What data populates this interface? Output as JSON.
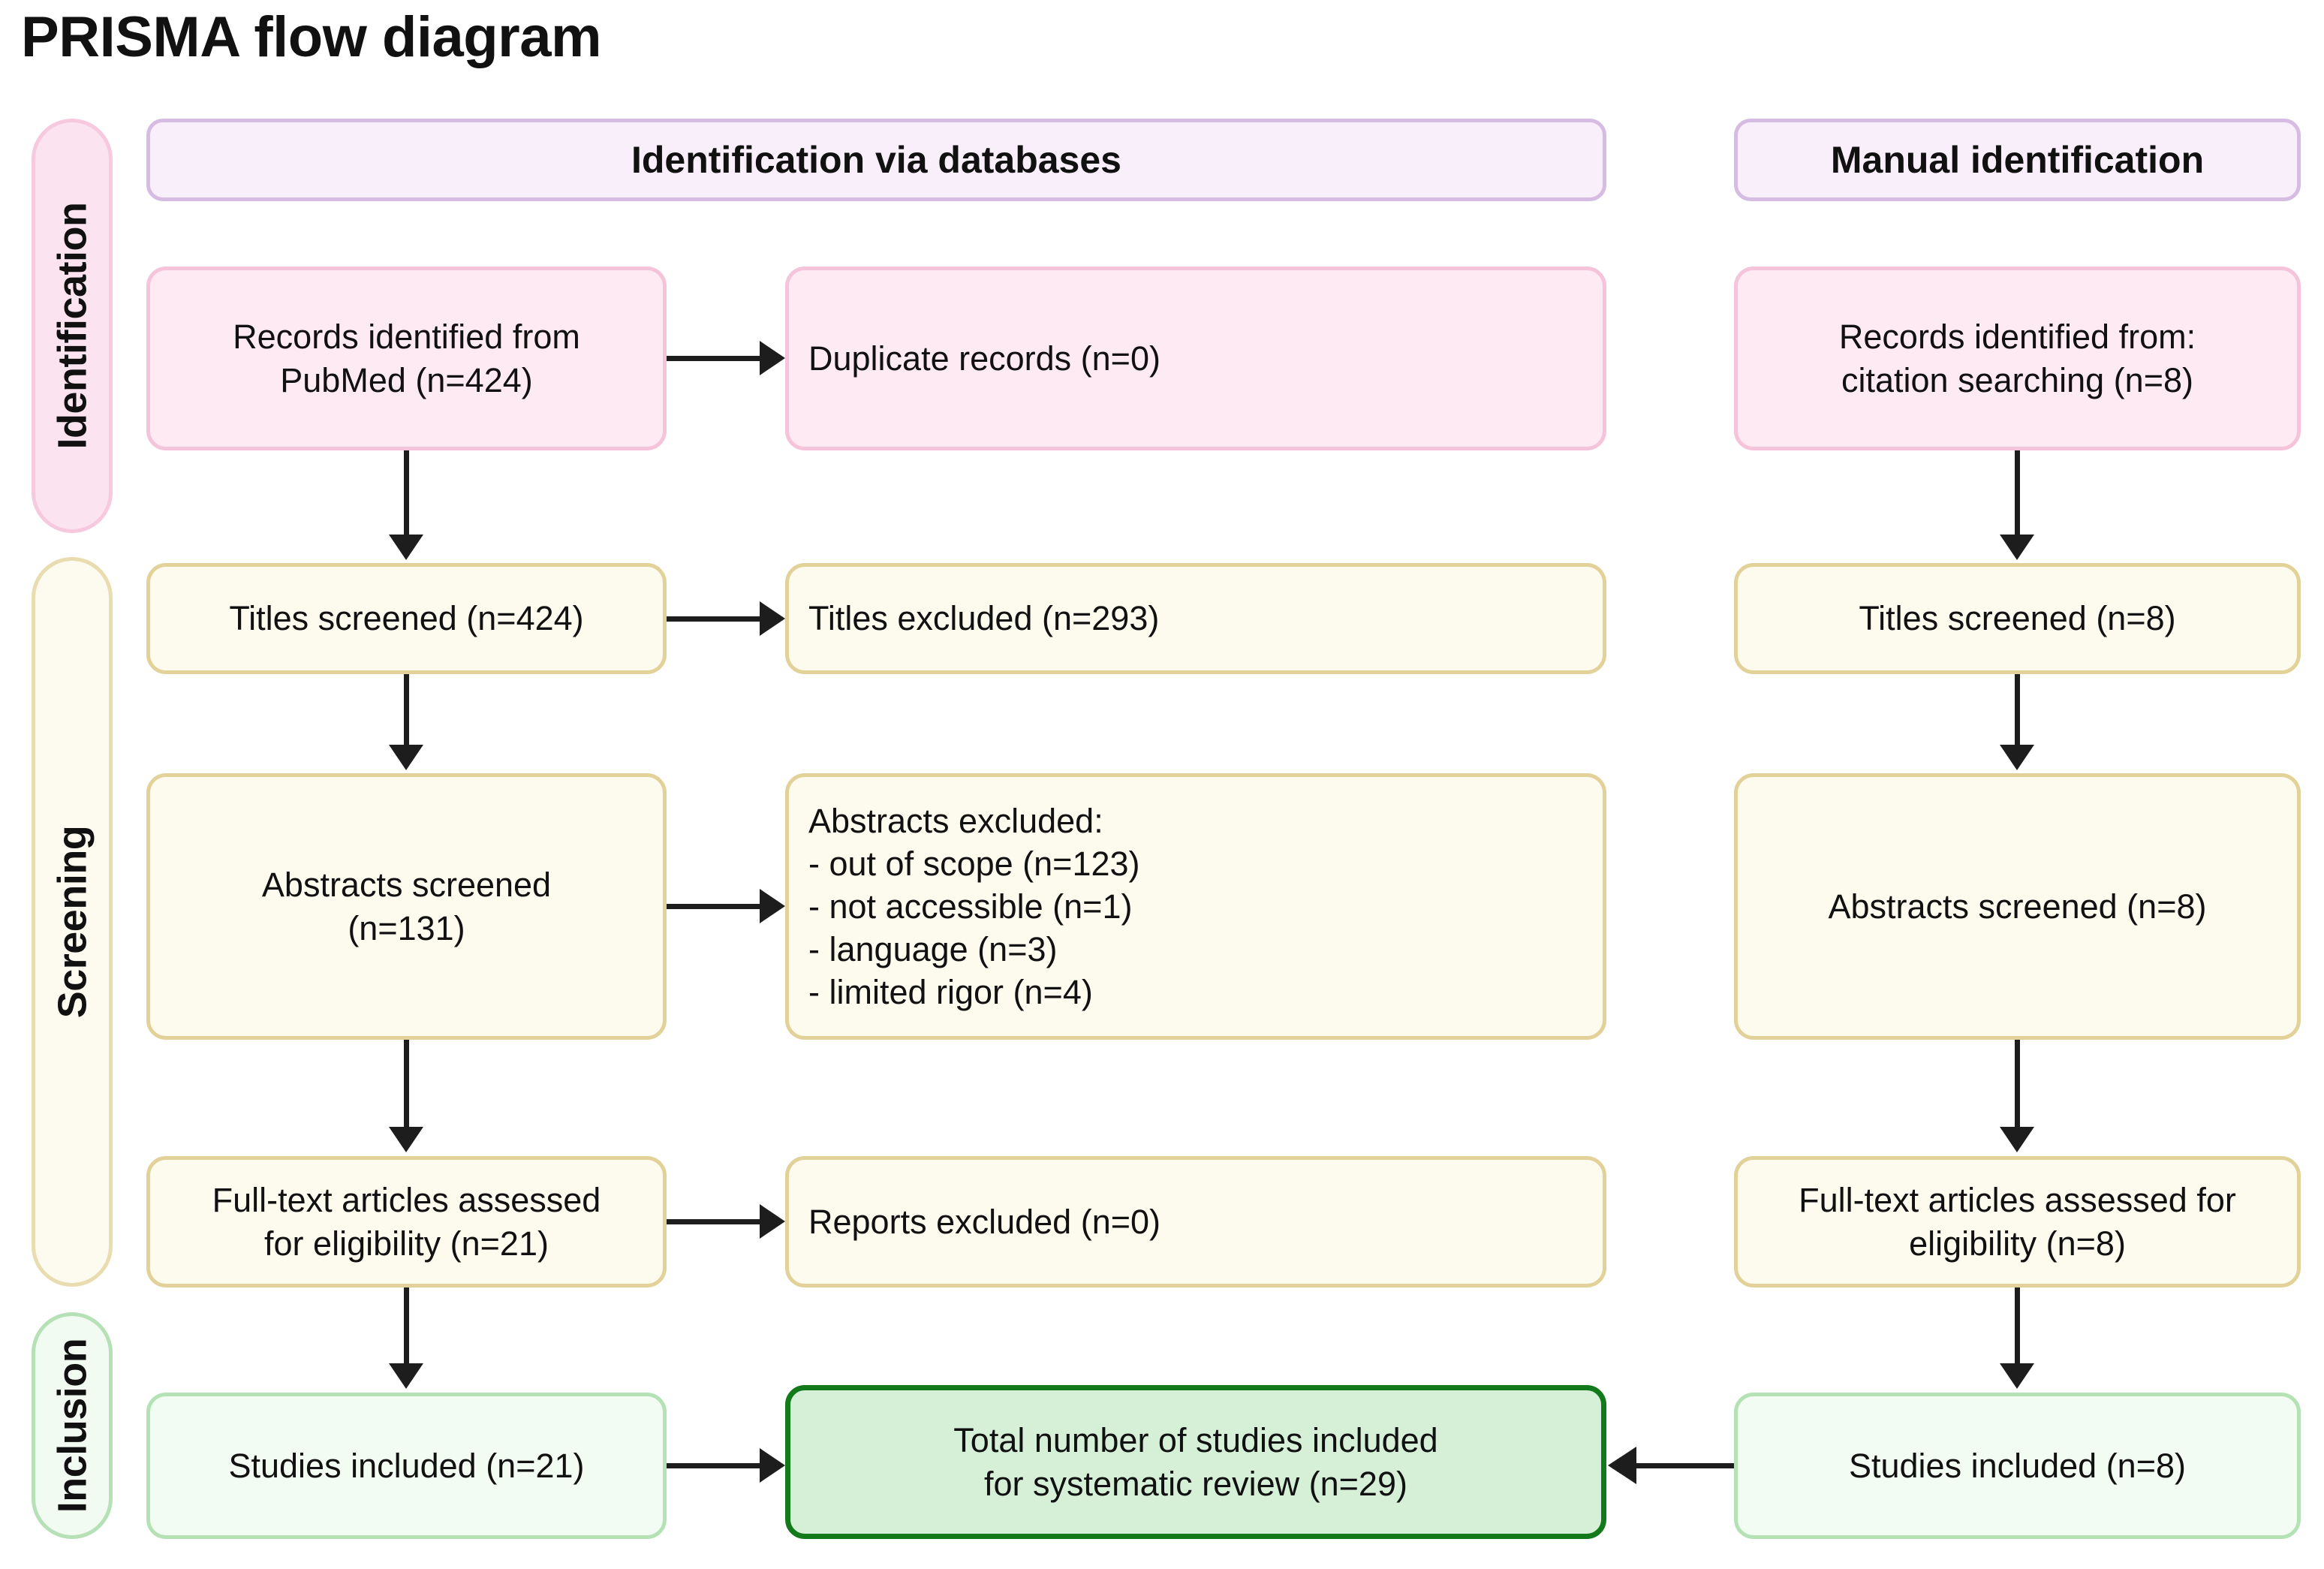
{
  "page": {
    "title": "PRISMA flow diagram"
  },
  "phases": [
    {
      "key": "identification",
      "label": "Identification"
    },
    {
      "key": "screening",
      "label": "Screening"
    },
    {
      "key": "inclusion",
      "label": "Inclusion"
    }
  ],
  "column_headers": {
    "databases": "Identification via databases",
    "manual": "Manual identification"
  },
  "nodes": {
    "records_pubmed": "Records identified from\nPubMed (n=424)",
    "duplicate_records": "Duplicate records  (n=0)",
    "records_citation": "Records identified from:\ncitation searching  (n=8)",
    "titles_screened_db": "Titles screened (n=424)",
    "titles_excluded": "Titles excluded  (n=293)",
    "titles_screened_manual": "Titles screened (n=8)",
    "abstracts_screened_db": "Abstracts screened\n(n=131)",
    "abstracts_excluded": "Abstracts excluded:\n- out of scope (n=123)\n- not accessible (n=1)\n- language (n=3)\n- limited rigor (n=4)",
    "abstracts_screened_manual": "Abstracts screened (n=8)",
    "fulltext_db": "Full-text articles assessed\nfor eligibility (n=21)",
    "reports_excluded": "Reports excluded (n=0)",
    "fulltext_manual": "Full-text articles  assessed for\neligibility (n=8)",
    "studies_included_db": "Studies included (n=21)",
    "total_included": "Total number of studies included\nfor systematic review (n=29)",
    "studies_included_manual": "Studies included (n=8)"
  },
  "counts": {
    "pubmed_records": 424,
    "duplicates": 0,
    "citation_records": 8,
    "titles_screened_db": 424,
    "titles_excluded": 293,
    "titles_screened_manual": 8,
    "abstracts_screened_db": 131,
    "abstracts_excluded_out_of_scope": 123,
    "abstracts_excluded_not_accessible": 1,
    "abstracts_excluded_language": 3,
    "abstracts_excluded_limited_rigor": 4,
    "abstracts_screened_manual": 8,
    "fulltext_db": 21,
    "reports_excluded": 0,
    "fulltext_manual": 8,
    "studies_included_db": 21,
    "studies_included_manual": 8,
    "total_included": 29
  },
  "colors": {
    "identification_fill": "#fdeaf3",
    "identification_stroke": "#f5c3da",
    "screening_fill": "#fdfbee",
    "screening_stroke": "#e2d29a",
    "inclusion_fill": "#f2fcf2",
    "inclusion_stroke": "#b4e2b4",
    "header_fill": "#f9effb",
    "header_stroke": "#d6bce2",
    "total_fill": "#d6f0d8",
    "total_stroke": "#137a1b",
    "connector": "#1d1d1d"
  }
}
